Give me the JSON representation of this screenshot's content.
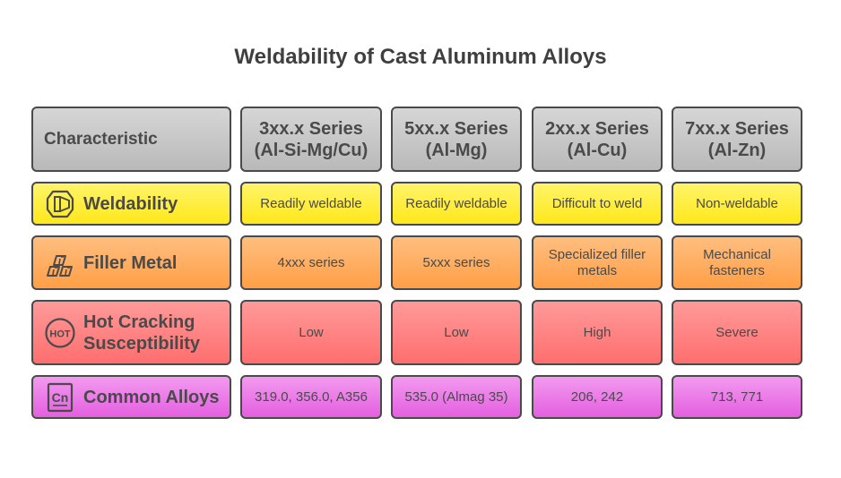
{
  "title": "Weldability of Cast Aluminum Alloys",
  "header": {
    "characteristic": "Characteristic",
    "columns": [
      [
        "3xx.x Series",
        "(Al-Si-Mg/Cu)"
      ],
      [
        "5xx.x Series",
        "(Al-Mg)"
      ],
      [
        "2xx.x Series",
        "(Al-Cu)"
      ],
      [
        "7xx.x Series",
        "(Al-Zn)"
      ]
    ]
  },
  "rows": [
    {
      "label": "Weldability",
      "icon": "weld-icon",
      "color": "#ffe81a",
      "values": [
        "Readily weldable",
        "Readily weldable",
        "Difficult to weld",
        "Non-weldable"
      ]
    },
    {
      "label": "Filler Metal",
      "icon": "filler-icon",
      "color": "#ff9f46",
      "values": [
        [
          "4xxx series"
        ],
        [
          "5xxx series"
        ],
        [
          "Specialized filler",
          "metals"
        ],
        [
          "Mechanical",
          "fasteners"
        ]
      ]
    },
    {
      "label": [
        "Hot Cracking",
        "Susceptibility"
      ],
      "icon": "hot-icon",
      "color": "#ff6e6e",
      "values": [
        "Low",
        "Low",
        "High",
        "Severe"
      ]
    },
    {
      "label": "Common Alloys",
      "icon": "element-icon",
      "color": "#e45fe0",
      "values": [
        "319.0, 356.0, A356",
        "535.0 (Almag 35)",
        "206, 242",
        "713, 771"
      ]
    }
  ]
}
